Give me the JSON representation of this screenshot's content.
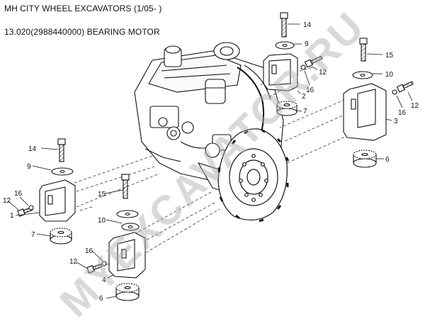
{
  "header": {
    "title": "MH CITY WHEEL EXCAVATORS (1/05- )",
    "subtitle": "13.020(2988440000) BEARING MOTOR"
  },
  "watermark": "MYEXCAVATOR.RU",
  "callouts": [
    {
      "id": "callout-14-top-right",
      "label": "14"
    },
    {
      "id": "callout-9-top-right",
      "label": "9"
    },
    {
      "id": "callout-15-right",
      "label": "15"
    },
    {
      "id": "callout-12-top-right",
      "label": "12"
    },
    {
      "id": "callout-16-top-right",
      "label": "16"
    },
    {
      "id": "callout-2",
      "label": "2"
    },
    {
      "id": "callout-7-top-right",
      "label": "7"
    },
    {
      "id": "callout-10-right",
      "label": "10"
    },
    {
      "id": "callout-12-far-right",
      "label": "12"
    },
    {
      "id": "callout-16-far-right",
      "label": "16"
    },
    {
      "id": "callout-3",
      "label": "3"
    },
    {
      "id": "callout-6-right",
      "label": "6"
    },
    {
      "id": "callout-14-left",
      "label": "14"
    },
    {
      "id": "callout-9-left",
      "label": "9"
    },
    {
      "id": "callout-16-left",
      "label": "16"
    },
    {
      "id": "callout-12-left",
      "label": "12"
    },
    {
      "id": "callout-1",
      "label": "1"
    },
    {
      "id": "callout-7-left",
      "label": "7"
    },
    {
      "id": "callout-15-center",
      "label": "15"
    },
    {
      "id": "callout-10-center",
      "label": "10"
    },
    {
      "id": "callout-16-bottom",
      "label": "16"
    },
    {
      "id": "callout-12-bottom",
      "label": "12"
    },
    {
      "id": "callout-4",
      "label": "4"
    },
    {
      "id": "callout-6-bottom",
      "label": "6"
    }
  ]
}
